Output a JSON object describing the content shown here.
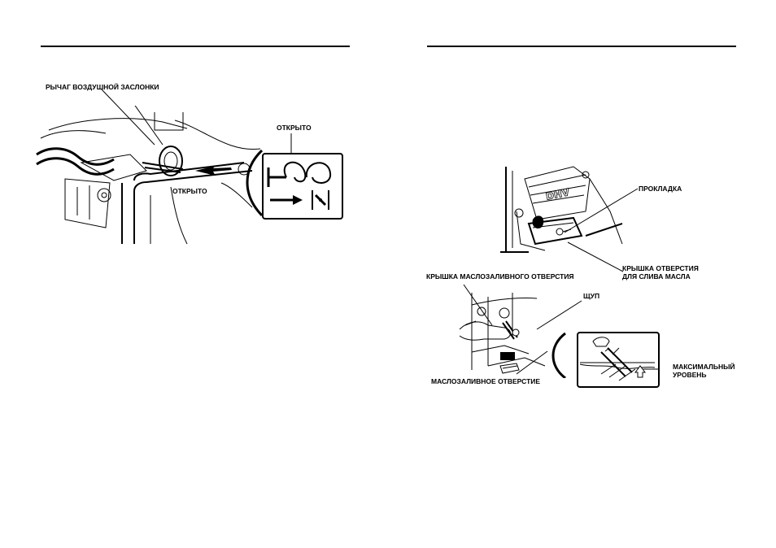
{
  "left_page": {
    "labels": {
      "choke_lever": "РЫЧАГ ВОЗДУШНОЙ ЗАСЛОНКИ",
      "open_inset": "ОТКРЫТО",
      "open_main": "ОТКРЫТО"
    }
  },
  "right_page": {
    "labels": {
      "gasket": "ПРОКЛАДКА",
      "drain_cap_line1": "КРЫШКА ОТВЕРСТИЯ",
      "drain_cap_line2": "ДЛЯ СЛИВА МАСЛА",
      "filler_cap": "КРЫШКА МАСЛОЗАЛИВНОГО ОТВЕРСТИЯ",
      "dipstick": "ЩУП",
      "filler_neck": "МАСЛОЗАЛИВНОЕ ОТВЕРСТИЕ",
      "max_level_line1": "МАКСИМАЛЬНЫЙ",
      "max_level_line2": "УРОВЕНЬ"
    }
  }
}
